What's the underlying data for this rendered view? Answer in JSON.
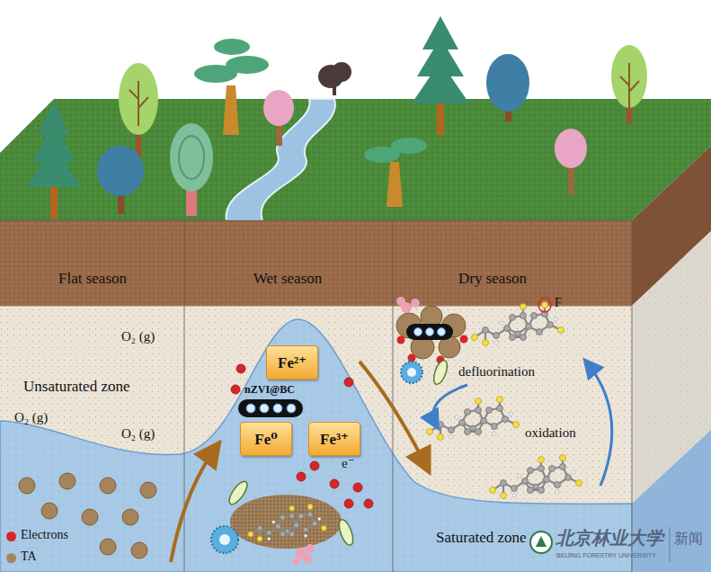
{
  "diagram": {
    "nodes": [
      {
        "text": [
          "Fe²⁺"
        ]
      },
      {
        "text": [
          "Fe⁰"
        ]
      },
      {
        "text": [
          "Fe³⁺"
        ]
      }
    ],
    "labels": [
      "Flat season",
      "Wet season",
      "Dry season",
      "O₂ (g)",
      "Unsaturated zone",
      "O₂ (g)",
      "O₂ (g)",
      "nZVI@BC",
      "e⁻",
      "F",
      "defluorination",
      "oxidation",
      "Saturated zone",
      "北京林业大学",
      "BEIJING FORESTRY UNIVERSITY",
      "新闻"
    ],
    "legend": [
      {
        "text": "Electrons",
        "color": "#d7262a"
      },
      {
        "text": "TA",
        "color": "#a5845c"
      }
    ]
  }
}
